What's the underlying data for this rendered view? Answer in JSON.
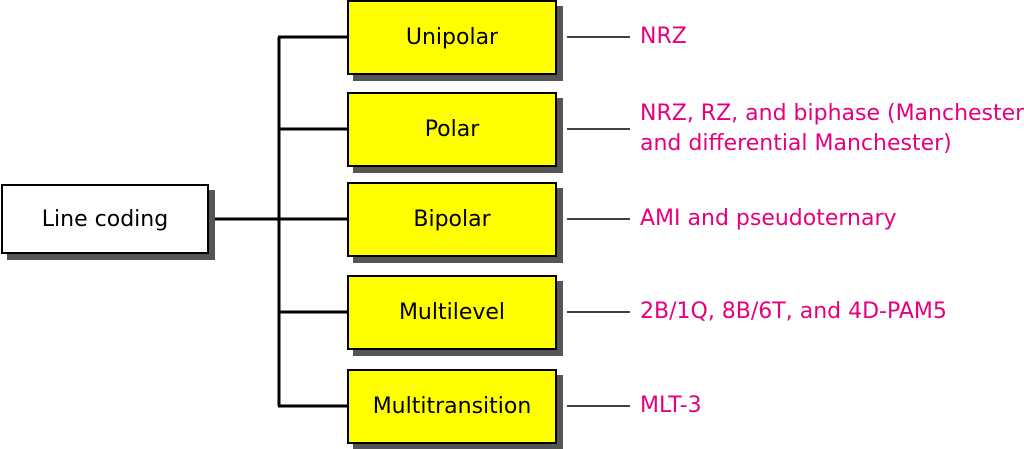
{
  "colors": {
    "box_fill": "#ffff00",
    "root_fill": "#ffffff",
    "description_text": "#e6007e",
    "line": "#000000"
  },
  "root": {
    "label": "Line coding"
  },
  "categories": [
    {
      "label": "Unipolar",
      "description_lines": [
        "NRZ"
      ]
    },
    {
      "label": "Polar",
      "description_lines": [
        "NRZ, RZ, and biphase (Manchester,",
        "and differential Manchester)"
      ]
    },
    {
      "label": "Bipolar",
      "description_lines": [
        "AMI and pseudoternary"
      ]
    },
    {
      "label": "Multilevel",
      "description_lines": [
        "2B/1Q,  8B/6T, and 4D-PAM5"
      ]
    },
    {
      "label": "Multitransition",
      "description_lines": [
        "MLT-3"
      ]
    }
  ]
}
